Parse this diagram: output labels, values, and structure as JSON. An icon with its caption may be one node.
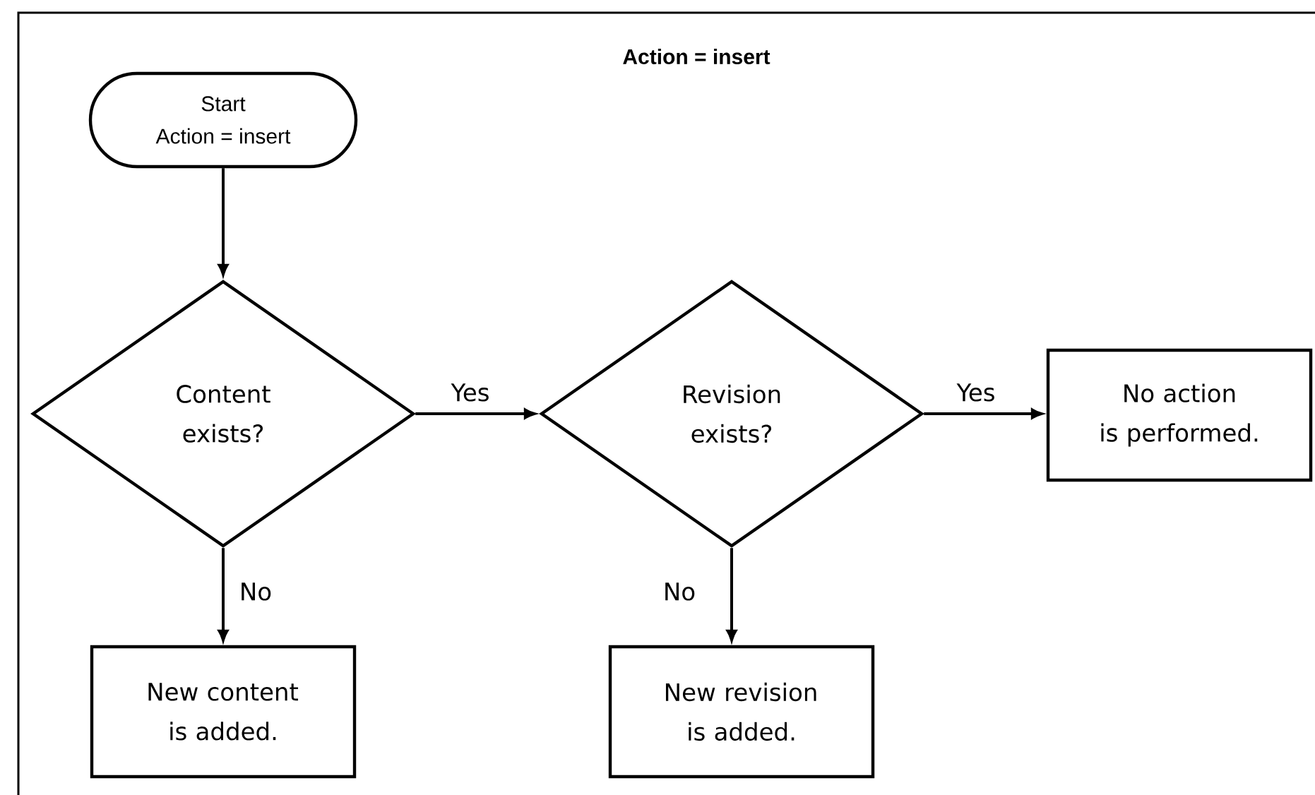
{
  "diagram": {
    "title": "Action = insert",
    "nodes": [
      {
        "text": [
          "Start",
          "Action = insert"
        ]
      },
      {
        "text": [
          "Content exists?"
        ]
      },
      {
        "text": [
          "Revision exists?"
        ]
      },
      {
        "text": [
          "No action is performed."
        ]
      },
      {
        "text": [
          "New content is added."
        ]
      },
      {
        "text": [
          "New revision is added."
        ]
      }
    ],
    "edges": [
      {
        "from": 0,
        "to": 1,
        "arrow": "to"
      },
      {
        "from": 1,
        "to": 2,
        "arrow": "to",
        "label": "Yes"
      },
      {
        "from": 2,
        "to": 3,
        "arrow": "to",
        "label": "Yes"
      },
      {
        "from": 1,
        "to": 4,
        "arrow": "to",
        "label": "No"
      },
      {
        "from": 2,
        "to": 5,
        "arrow": "to",
        "label": "No"
      }
    ]
  }
}
